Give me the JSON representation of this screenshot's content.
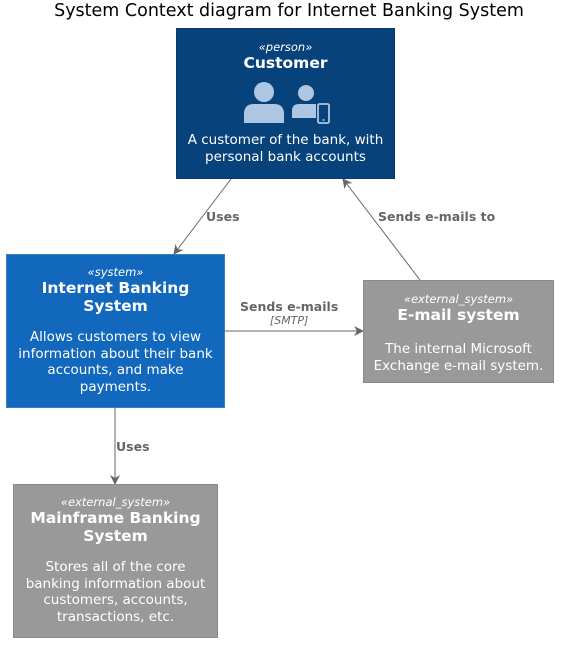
{
  "diagram": {
    "title": "System Context diagram for Internet Banking System",
    "colors": {
      "person": "#08427b",
      "system": "#1168bd",
      "external_system": "#999999",
      "edge": "#666666",
      "text": "#ffffff"
    },
    "nodes": {
      "customer": {
        "stereotype": "«person»",
        "name": "Customer",
        "icons": [
          "person-icon",
          "mobile-person-icon"
        ],
        "description_lines": [
          "A customer of the bank, with",
          "personal bank accounts"
        ]
      },
      "internet_banking": {
        "stereotype": "«system»",
        "name_lines": [
          "Internet Banking",
          "System"
        ],
        "description_lines": [
          "Allows customers to view",
          "information about their bank",
          "accounts, and make",
          "payments."
        ]
      },
      "email_system": {
        "stereotype": "«external_system»",
        "name": "E-mail system",
        "description_lines": [
          "The internal Microsoft",
          "Exchange e-mail system."
        ]
      },
      "mainframe": {
        "stereotype": "«external_system»",
        "name_lines": [
          "Mainframe Banking",
          "System"
        ],
        "description_lines": [
          "Stores all of the core",
          "banking information about",
          "customers, accounts,",
          "transactions, etc."
        ]
      }
    },
    "relationships": [
      {
        "from": "Customer",
        "to": "Internet Banking System",
        "label": "Uses",
        "technology": ""
      },
      {
        "from": "E-mail system",
        "to": "Customer",
        "label": "Sends e-mails to",
        "technology": ""
      },
      {
        "from": "Internet Banking System",
        "to": "E-mail system",
        "label": "Sends e-mails",
        "technology": "[SMTP]"
      },
      {
        "from": "Internet Banking System",
        "to": "Mainframe Banking System",
        "label": "Uses",
        "technology": ""
      }
    ]
  }
}
